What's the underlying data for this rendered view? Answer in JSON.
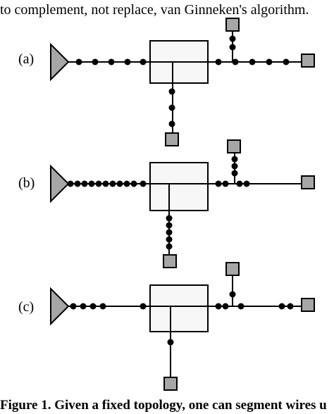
{
  "top_text": "to complement, not replace, van Ginneken's algorithm.",
  "bottom_text": "Figure 1. Given a fixed topology, one can segment wires u",
  "panels": [
    {
      "label": "(a)"
    },
    {
      "label": "(b)"
    },
    {
      "label": "(c)"
    }
  ],
  "colors": {
    "source": "#a6a6a6",
    "sink": "#a6a6a6",
    "box": "#f7f7f7",
    "line": "#000000"
  }
}
